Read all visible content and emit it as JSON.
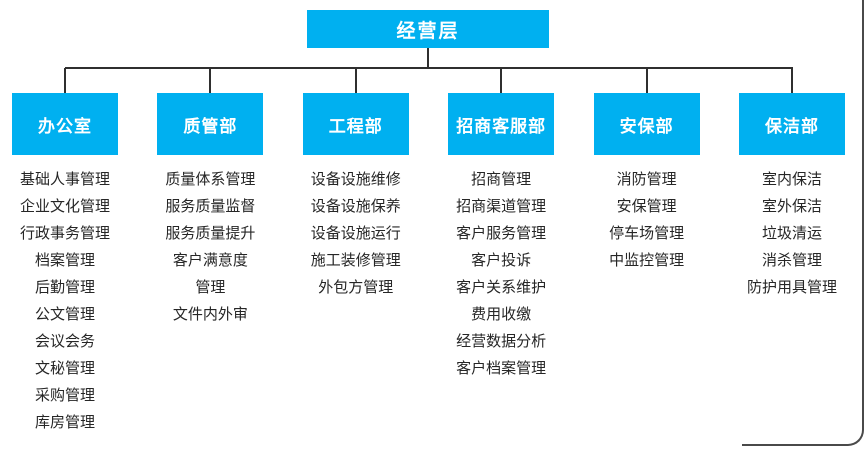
{
  "chart": {
    "type": "org-chart",
    "root": "经营层",
    "departments": [
      {
        "name": "办公室",
        "items": [
          "基础人事管理",
          "企业文化管理",
          "行政事务管理",
          "档案管理",
          "后勤管理",
          "公文管理",
          "会议会务",
          "文秘管理",
          "采购管理",
          "库房管理"
        ]
      },
      {
        "name": "质管部",
        "items": [
          "质量体系管理",
          "服务质量监督",
          "服务质量提升",
          "客户满意度",
          "管理",
          "文件内外审"
        ]
      },
      {
        "name": "工程部",
        "items": [
          "设备设施维修",
          "设备设施保养",
          "设备设施运行",
          "施工装修管理",
          "外包方管理"
        ]
      },
      {
        "name": "招商客服部",
        "items": [
          "招商管理",
          "招商渠道管理",
          "客户服务管理",
          "客户投诉",
          "客户关系维护",
          "费用收缴",
          "经营数据分析",
          "客户档案管理"
        ]
      },
      {
        "name": "安保部",
        "items": [
          "消防管理",
          "安保管理",
          "停车场管理",
          "中监控管理"
        ]
      },
      {
        "name": "保洁部",
        "items": [
          "室内保洁",
          "室外保洁",
          "垃圾清运",
          "消杀管理",
          "防护用具管理"
        ]
      }
    ],
    "colors": {
      "node_fill": "#00B0F0",
      "node_text": "#FFFFFF",
      "connector": "#2F2F2F",
      "duty_text": "#262626"
    }
  }
}
